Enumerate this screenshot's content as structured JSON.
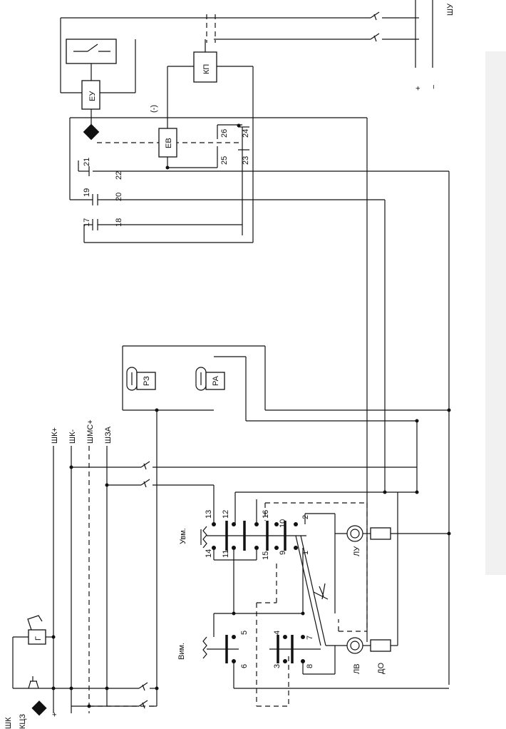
{
  "labels": {
    "shu": "ШУ",
    "plus": "+",
    "minus": "−",
    "eu": "ЕУ",
    "kp": "КП",
    "neg": "(-)",
    "ev": "ЕВ",
    "c17": "17",
    "c18": "18",
    "c19": "19",
    "c20": "20",
    "c21": "21",
    "c22": "22",
    "c23": "23",
    "c24": "24",
    "c25": "25",
    "c26": "26",
    "rz": "РЗ",
    "ra": "РА",
    "shk_plus": "ШК+",
    "shk_minus": "ШК-",
    "shms_plus": "ШМС+",
    "shza": "ШЗА",
    "uvm": "Увм.",
    "vim": "Вим.",
    "n1": "1",
    "n2": "2",
    "n3": "3",
    "n4": "4",
    "n5": "5",
    "n6": "6",
    "n7": "7",
    "n8": "8",
    "n9": "9",
    "n10": "10",
    "n11": "11",
    "n12": "12",
    "n13": "13",
    "n14": "14",
    "n15": "15",
    "n16": "16",
    "lu": "ЛУ",
    "lv": "ЛВ",
    "do": "ДО",
    "g": "Г",
    "shk": "ШК",
    "kcz": "КЦЗ",
    "bot_plus": "+"
  }
}
